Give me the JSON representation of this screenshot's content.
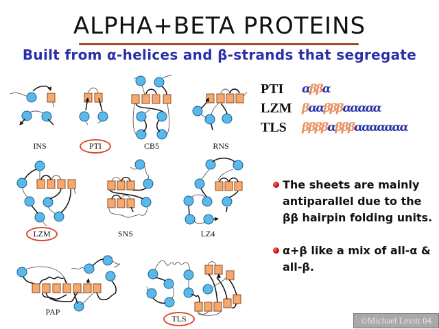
{
  "header": {
    "title": "ALPHA+BETA PROTEINS",
    "subtitle": "Built from α-helices and β-strands that segregate"
  },
  "legend_colors": {
    "helix_fill": "#5bb8ea",
    "strand_fill": "#f5a96e",
    "title_underline": "#a4482a",
    "subtitle_text": "#2a2fa8",
    "alpha_symbol": "#2b34a6",
    "beta_symbol": "#e89060",
    "highlight_ring": "#d94a2a",
    "bullet": "#d40000"
  },
  "diagrams": [
    {
      "label": "INS",
      "highlighted": false
    },
    {
      "label": "PTI",
      "highlighted": true
    },
    {
      "label": "CB5",
      "highlighted": false
    },
    {
      "label": "RNS",
      "highlighted": false
    },
    {
      "label": "LZM",
      "highlighted": true
    },
    {
      "label": "SNS",
      "highlighted": false
    },
    {
      "label": "LZ4",
      "highlighted": false
    },
    {
      "label": "PAP",
      "highlighted": false
    },
    {
      "label": "TLS",
      "highlighted": true
    }
  ],
  "sequences": [
    {
      "name": "PTI",
      "pattern": [
        [
          "a",
          "α"
        ],
        [
          "b",
          "ββ"
        ],
        [
          "a",
          "α"
        ]
      ]
    },
    {
      "name": "LZM",
      "pattern": [
        [
          "b",
          "β"
        ],
        [
          "a",
          "αα"
        ],
        [
          "b",
          "βββ"
        ],
        [
          "a",
          "ααααα"
        ]
      ]
    },
    {
      "name": "TLS",
      "pattern": [
        [
          "b",
          "ββββ"
        ],
        [
          "a",
          "α"
        ],
        [
          "b",
          "βββ"
        ],
        [
          "a",
          "ααααααα"
        ]
      ]
    }
  ],
  "bullets": [
    "The sheets are mainly antiparallel due to the ββ hairpin folding units.",
    "α+β like a mix of all-α & all-β."
  ],
  "copyright": "©Michael Levitt 04"
}
